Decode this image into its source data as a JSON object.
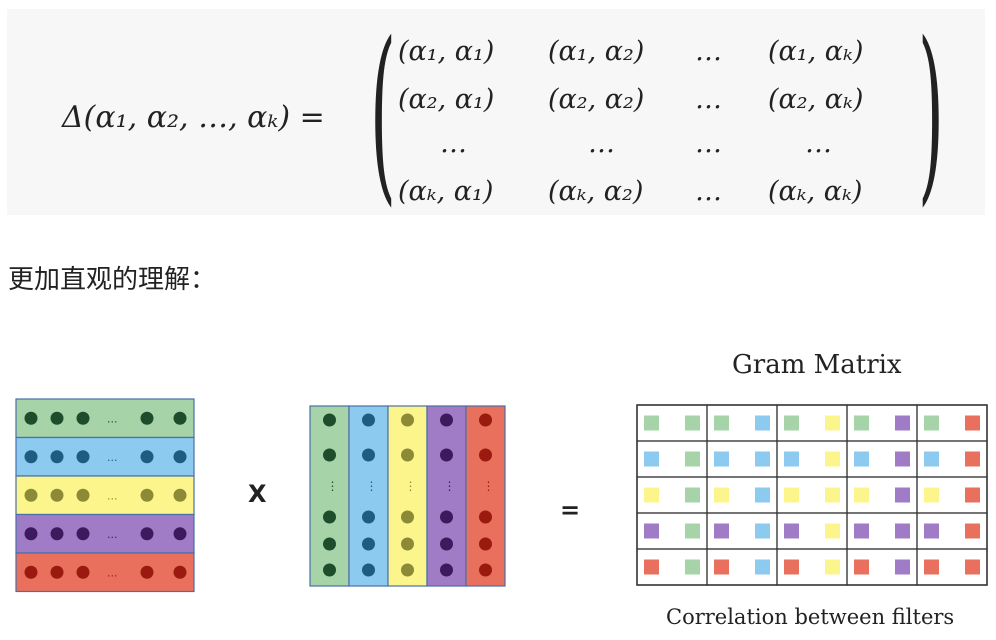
{
  "formula": {
    "lhs": "Δ(α₁, α₂, …, αₖ) =",
    "matrix": [
      [
        "(α₁, α₁)",
        "(α₁, α₂)",
        "…",
        "(α₁, αₖ)"
      ],
      [
        "(α₂, α₁)",
        "(α₂, α₂)",
        "…",
        "(α₂, αₖ)"
      ],
      [
        "…",
        "…",
        "…",
        "…"
      ],
      [
        "(αₖ, α₁)",
        "(αₖ, α₂)",
        "…",
        "(αₖ, αₖ)"
      ]
    ]
  },
  "caption_cn": "更加直观的理解：",
  "diagram": {
    "times_symbol": "X",
    "equals_symbol": "=",
    "gram_title": "Gram Matrix",
    "gram_caption": "Correlation between filters",
    "row_ellipsis": "...",
    "col_ellipsis": "⋮",
    "colors": {
      "green": "#a6d4a8",
      "blue": "#8ccaf0",
      "yellow": "#fcf58c",
      "purple": "#a07cc6",
      "red": "#e8705c",
      "dark_green": "#1e4d2b",
      "dark_blue": "#1f5c82",
      "dark_yellow": "#8c8a36",
      "dark_purple": "#3d1a5e",
      "dark_red": "#9a1a10"
    },
    "row_order": [
      "green",
      "blue",
      "yellow",
      "purple",
      "red"
    ]
  }
}
